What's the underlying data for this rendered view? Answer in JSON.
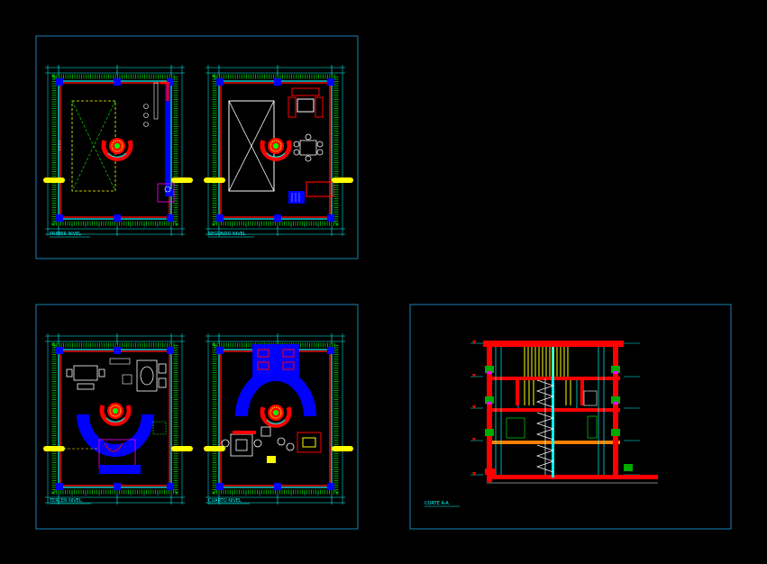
{
  "drawing": {
    "background": "#000000",
    "frame_color": "#1c7fb6",
    "colors": {
      "wall_cyan": "#00ffff",
      "column_blue": "#0000ff",
      "accent_red": "#ff0000",
      "stair_yellow": "#ffff00",
      "plant_green": "#00ff00",
      "furniture_white": "#ffffff",
      "slab_orange": "#ff8000",
      "magenta": "#ff00ff"
    }
  },
  "sheets": [
    {
      "id": "sheet-1",
      "plans": [
        {
          "label": "PRIMER NIVEL",
          "void": "yellow-dashed"
        },
        {
          "label": "SEGUNDO NIVEL",
          "void": "white"
        }
      ]
    },
    {
      "id": "sheet-2",
      "plans": [
        {
          "label": "TERCER NIVEL"
        },
        {
          "label": "CUARTO NIVEL"
        }
      ]
    },
    {
      "id": "sheet-3",
      "section_label": "CORTE A-A"
    }
  ]
}
